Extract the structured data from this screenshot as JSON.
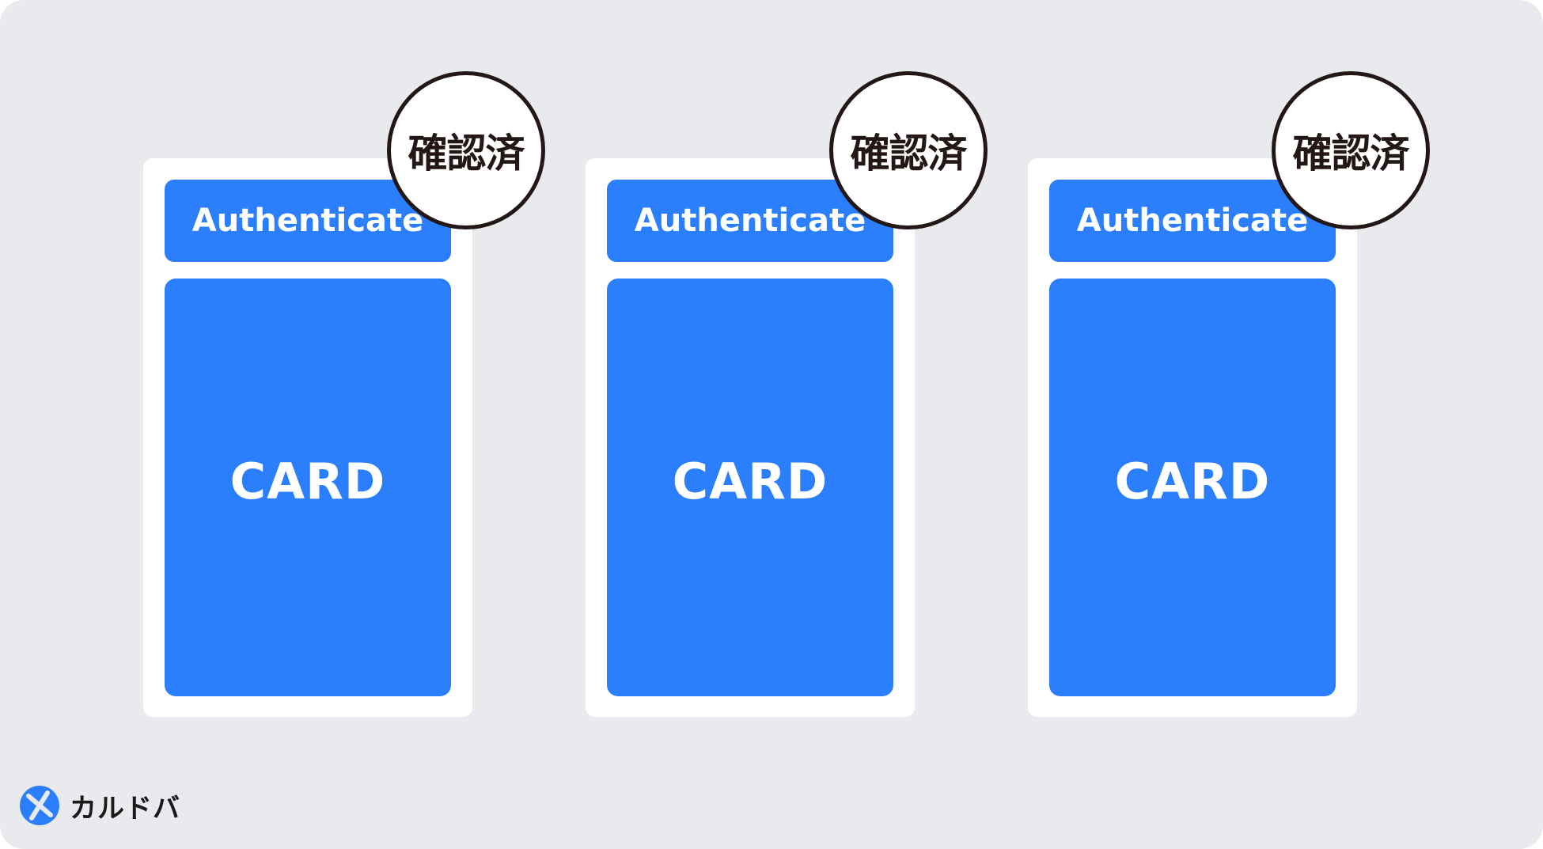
{
  "cards": [
    {
      "auth_label": "Authenticate",
      "card_label": "CARD",
      "badge": "確認済"
    },
    {
      "auth_label": "Authenticate",
      "card_label": "CARD",
      "badge": "確認済"
    },
    {
      "auth_label": "Authenticate",
      "card_label": "CARD",
      "badge": "確認済"
    }
  ],
  "logo": {
    "icon": "karudoba-logo-icon",
    "text": "カルドバ"
  },
  "colors": {
    "background": "#e8eaee",
    "card_blue": "#2b7ffc",
    "frame": "#ffffff",
    "badge_stroke": "#231815"
  }
}
